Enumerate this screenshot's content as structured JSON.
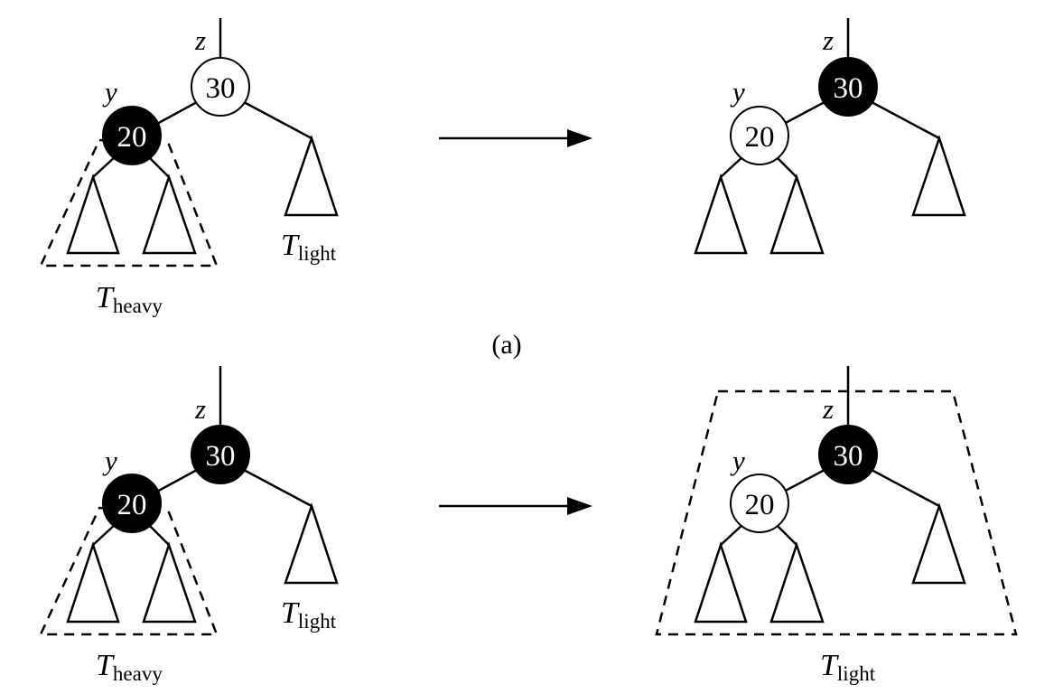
{
  "caption_a": "(a)",
  "labels": {
    "z": "z",
    "y": "y"
  },
  "keys": {
    "top": "30",
    "left": "20"
  },
  "subtrees": {
    "T": "T",
    "heavy_sub": "heavy",
    "light_sub": "light"
  },
  "colors": {
    "black_node": "#000000",
    "white_node": "#ffffff"
  },
  "panels": [
    {
      "id": "a-before",
      "z_color": "white",
      "y_color": "black"
    },
    {
      "id": "a-after",
      "z_color": "black",
      "y_color": "white"
    },
    {
      "id": "b-before",
      "z_color": "black",
      "y_color": "black"
    },
    {
      "id": "b-after",
      "z_color": "black",
      "y_color": "white"
    }
  ]
}
